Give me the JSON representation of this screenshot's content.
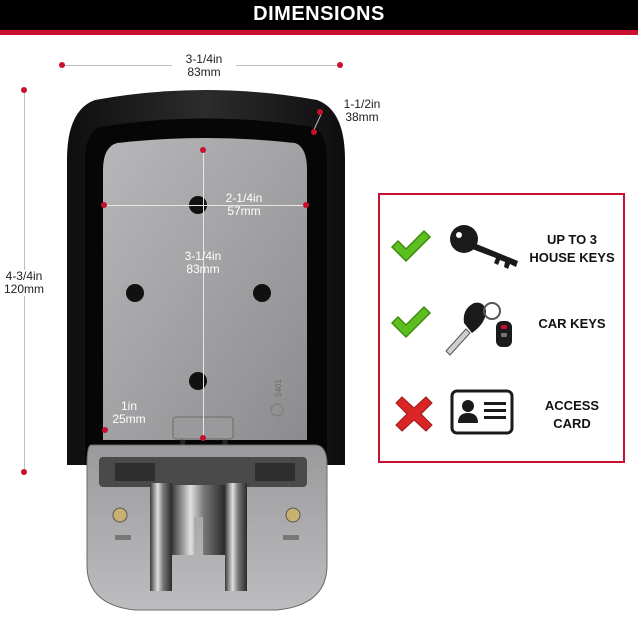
{
  "header": {
    "title": "DIMENSIONS"
  },
  "dimensions": {
    "width": {
      "imperial": "3-1/4in",
      "metric": "83mm"
    },
    "depth": {
      "imperial": "1-1/2in",
      "metric": "38mm"
    },
    "height": {
      "imperial": "4-3/4in",
      "metric": "120mm"
    },
    "inner_width": {
      "imperial": "2-1/4in",
      "metric": "57mm"
    },
    "inner_height": {
      "imperial": "3-1/4in",
      "metric": "83mm"
    },
    "shackle": {
      "imperial": "1in",
      "metric": "25mm"
    }
  },
  "product": {
    "embossed_text": "5401"
  },
  "capacity": [
    {
      "line1": "UP TO 3",
      "line2": "HOUSE KEYS",
      "allowed": true,
      "icon": "house-key-icon"
    },
    {
      "line1": "CAR KEYS",
      "line2": "",
      "allowed": true,
      "icon": "car-key-icon"
    },
    {
      "line1": "ACCESS",
      "line2": "CARD",
      "allowed": false,
      "icon": "id-card-icon"
    }
  ],
  "colors": {
    "accent_red": "#c8102e",
    "check_green": "#5cbf1f",
    "cross_red": "#d92525"
  }
}
